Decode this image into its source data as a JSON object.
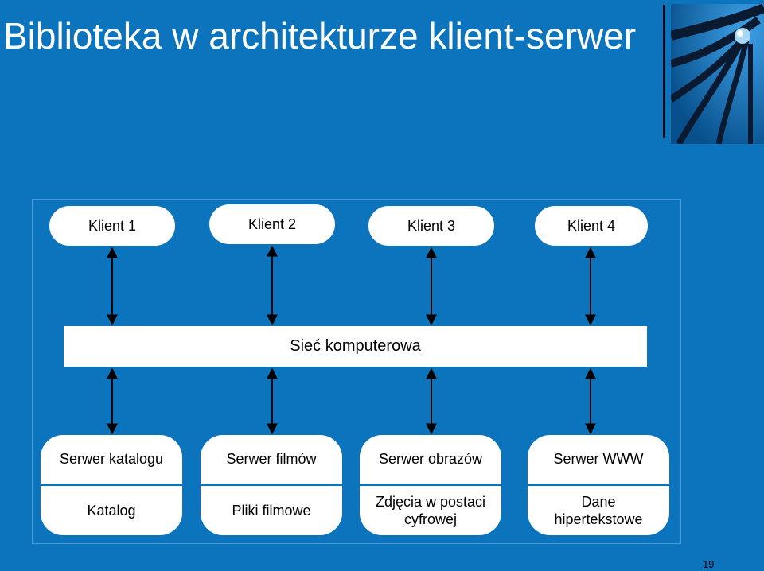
{
  "slide": {
    "title": "Biblioteka w architekturze klient-serwer",
    "page_number": "19"
  },
  "diagram": {
    "clients": [
      "Klient 1",
      "Klient 2",
      "Klient 3",
      "Klient 4"
    ],
    "network": "Sieć komputerowa",
    "servers": [
      {
        "name": "Serwer katalogu",
        "content": "Katalog"
      },
      {
        "name": "Serwer filmów",
        "content": "Pliki filmowe"
      },
      {
        "name": "Serwer obrazów",
        "content": "Zdjęcia w postaci cyfrowej"
      },
      {
        "name": "Serwer WWW",
        "content": "Dane hipertekstowe"
      }
    ]
  },
  "colors": {
    "background": "#0b74bd",
    "box": "#ffffff",
    "arrow": "#000000"
  }
}
